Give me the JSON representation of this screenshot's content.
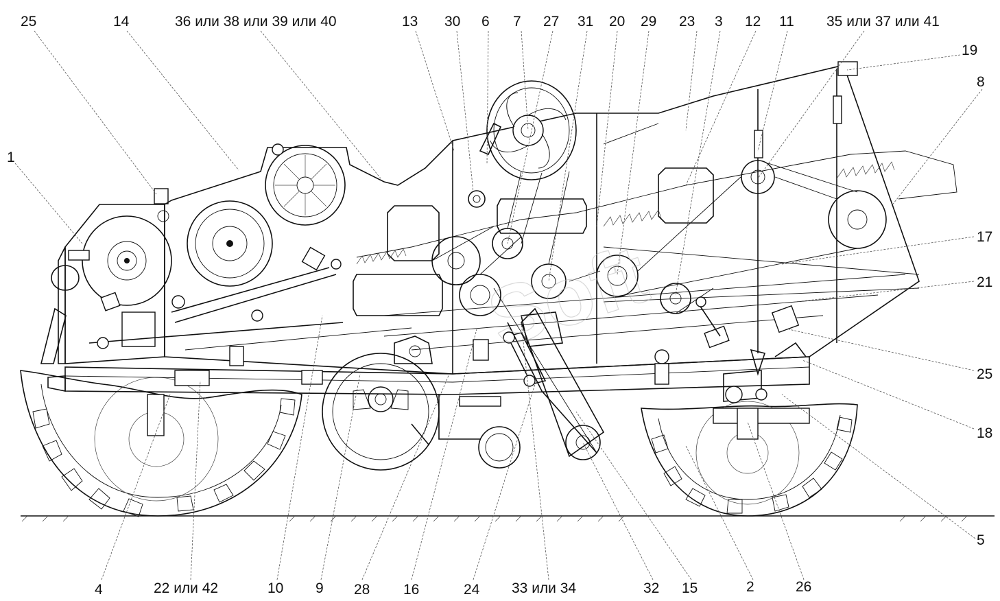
{
  "top_labels": [
    "25",
    "14",
    "36 или 38 или 39 или 40",
    "13",
    "30",
    "6",
    "7",
    "27",
    "31",
    "20",
    "29",
    "23",
    "3",
    "12",
    "11",
    "35 или 37 или 41"
  ],
  "right_labels": [
    "19",
    "8",
    "17",
    "21",
    "25",
    "18",
    "5"
  ],
  "left_labels": [
    "1"
  ],
  "bottom_labels": [
    "4",
    "22 или 42",
    "10",
    "9",
    "28",
    "16",
    "24",
    "33 или 34",
    "32",
    "15",
    "2",
    "26"
  ],
  "watermark": "Soft"
}
